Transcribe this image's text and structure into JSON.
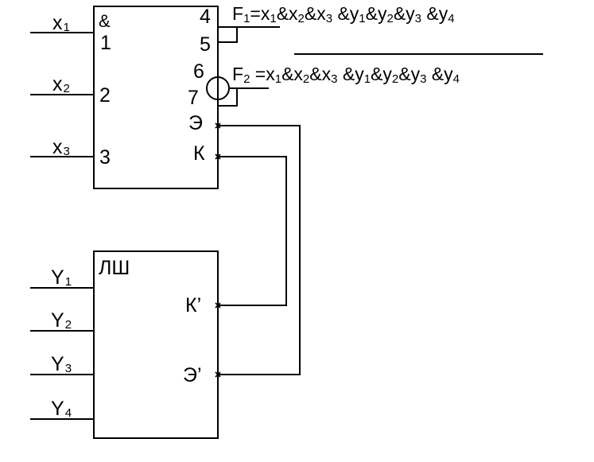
{
  "and_block": {
    "symbol": "&",
    "inputs": [
      {
        "letter": "x",
        "sub": "1",
        "pin": "1"
      },
      {
        "letter": "x",
        "sub": "2",
        "pin": "2"
      },
      {
        "letter": "x",
        "sub": "3",
        "pin": "3"
      }
    ],
    "pins": {
      "p4": "4",
      "p5": "5",
      "p6": "6",
      "p7": "7",
      "e": "Э",
      "k": "К"
    }
  },
  "expander": {
    "title": "ЛШ",
    "inputs": [
      {
        "letter": "Y",
        "sub": "1"
      },
      {
        "letter": "Y",
        "sub": "2"
      },
      {
        "letter": "Y",
        "sub": "3"
      },
      {
        "letter": "Y",
        "sub": "4"
      }
    ],
    "pins": {
      "k": "К’",
      "e": "Э’"
    }
  },
  "outputs": {
    "f1": {
      "name": "F",
      "sub": "1",
      "eq": "=",
      "terms": [
        {
          "pre": "",
          "v": "x",
          "s": "1"
        },
        {
          "pre": "&",
          "v": "x",
          "s": "2"
        },
        {
          "pre": "&",
          "v": "x",
          "s": "3"
        },
        {
          "pre": " &",
          "v": "y",
          "s": "1"
        },
        {
          "pre": "&",
          "v": "y",
          "s": "2"
        },
        {
          "pre": "&",
          "v": "y",
          "s": "3"
        },
        {
          "pre": " &",
          "v": "y",
          "s": "4"
        }
      ]
    },
    "f2": {
      "name": "F",
      "sub": "2",
      "eq": " =",
      "terms": [
        {
          "pre": "",
          "v": "x",
          "s": "1"
        },
        {
          "pre": "&",
          "v": "x",
          "s": "2"
        },
        {
          "pre": "&",
          "v": "x",
          "s": "3"
        },
        {
          "pre": " &",
          "v": "y",
          "s": "1"
        },
        {
          "pre": "&",
          "v": "y",
          "s": "2"
        },
        {
          "pre": "&",
          "v": "y",
          "s": "3"
        },
        {
          "pre": " &",
          "v": "y",
          "s": "4"
        }
      ]
    }
  }
}
